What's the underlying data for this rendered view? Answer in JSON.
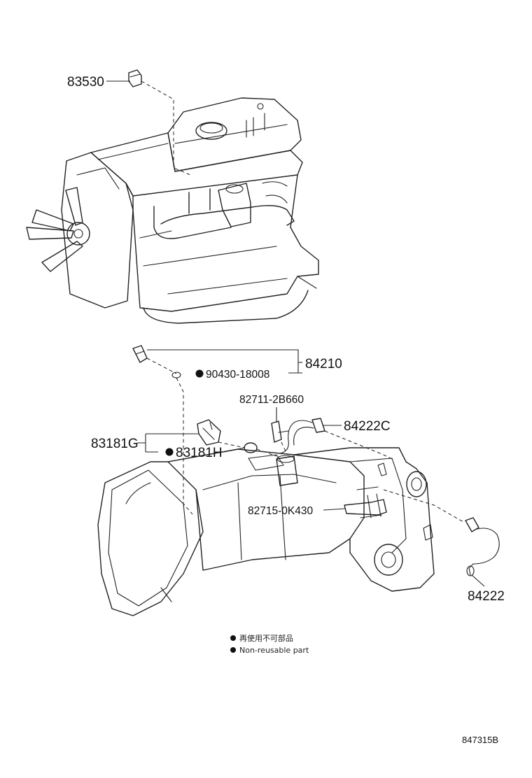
{
  "parts": {
    "p83530": "83530",
    "p84210": "84210",
    "p90430": "90430-18008",
    "p82711": "82711-2B660",
    "p84222C": "84222C",
    "p83181G": "83181G",
    "p83181H": "83181H",
    "p82715": "82715-0K430",
    "p84222": "84222"
  },
  "legend": {
    "jp": "再使用不可部品",
    "en": "Non-reusable part"
  },
  "ref_code": "847315B"
}
